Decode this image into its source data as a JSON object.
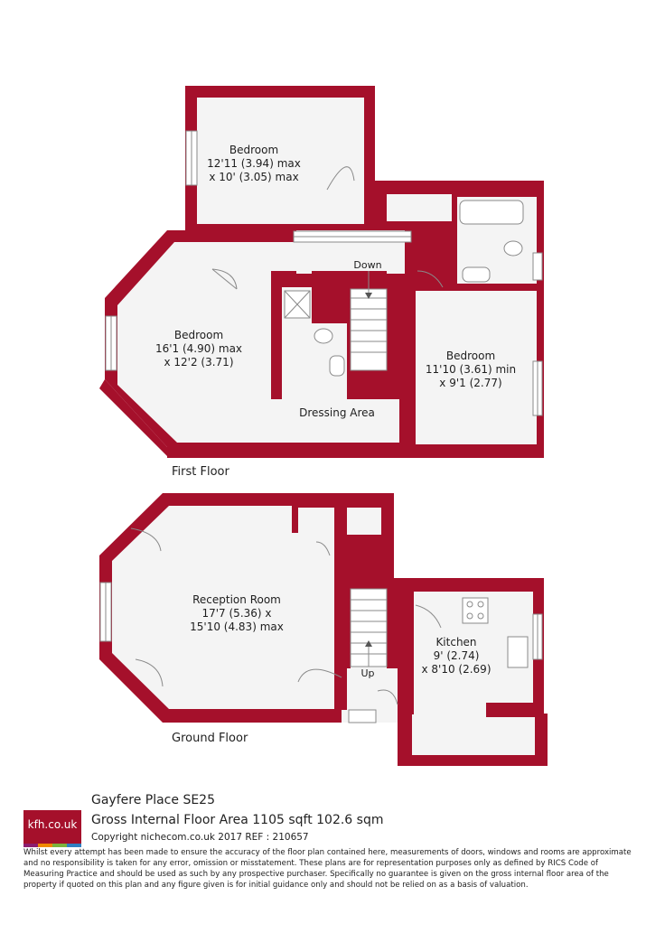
{
  "brand": {
    "logo_text": "kfh.co.uk",
    "colors": {
      "wall": "#a5102b",
      "accent_bars": [
        "#8c1d6f",
        "#f08a00",
        "#7bb23c",
        "#2f7fc1"
      ]
    }
  },
  "floors": {
    "first": {
      "label": "First Floor",
      "rooms": [
        {
          "name": "Bedroom",
          "line2": "12'11 (3.94) max",
          "line3": "x 10' (3.05) max"
        },
        {
          "name": "Bedroom",
          "line2": "16'1 (4.90) max",
          "line3": "x 12'2 (3.71)"
        },
        {
          "name": "Bedroom",
          "line2": "11'10 (3.61) min",
          "line3": "x 9'1 (2.77)"
        },
        {
          "name": "Dressing Area"
        }
      ],
      "stair_label": "Down"
    },
    "ground": {
      "label": "Ground Floor",
      "rooms": [
        {
          "name": "Reception Room",
          "line2": "17'7 (5.36) x",
          "line3": "15'10 (4.83) max"
        },
        {
          "name": "Kitchen",
          "line2": "9' (2.74)",
          "line3": "x 8'10 (2.69)"
        }
      ],
      "stair_label": "Up"
    }
  },
  "footer": {
    "address": "Gayfere Place  SE25",
    "area": "Gross Internal Floor Area 1105 sqft 102.6 sqm",
    "copyright": "Copyright nichecom.co.uk 2017 REF : 210657",
    "disclaimer": "Whilst every attempt has been made to ensure the accuracy of the floor plan contained here, measurements of doors, windows and rooms are approximate and no responsibility is taken for any error, omission or misstatement.  These plans are for representation purposes only as defined by RICS Code of Measuring Practice and should be used as such by any prospective purchaser.  Specifically no guarantee is given on the gross internal floor area of the property if quoted on this plan and any figure given is for initial guidance only and should not be relied on as a basis of valuation."
  }
}
